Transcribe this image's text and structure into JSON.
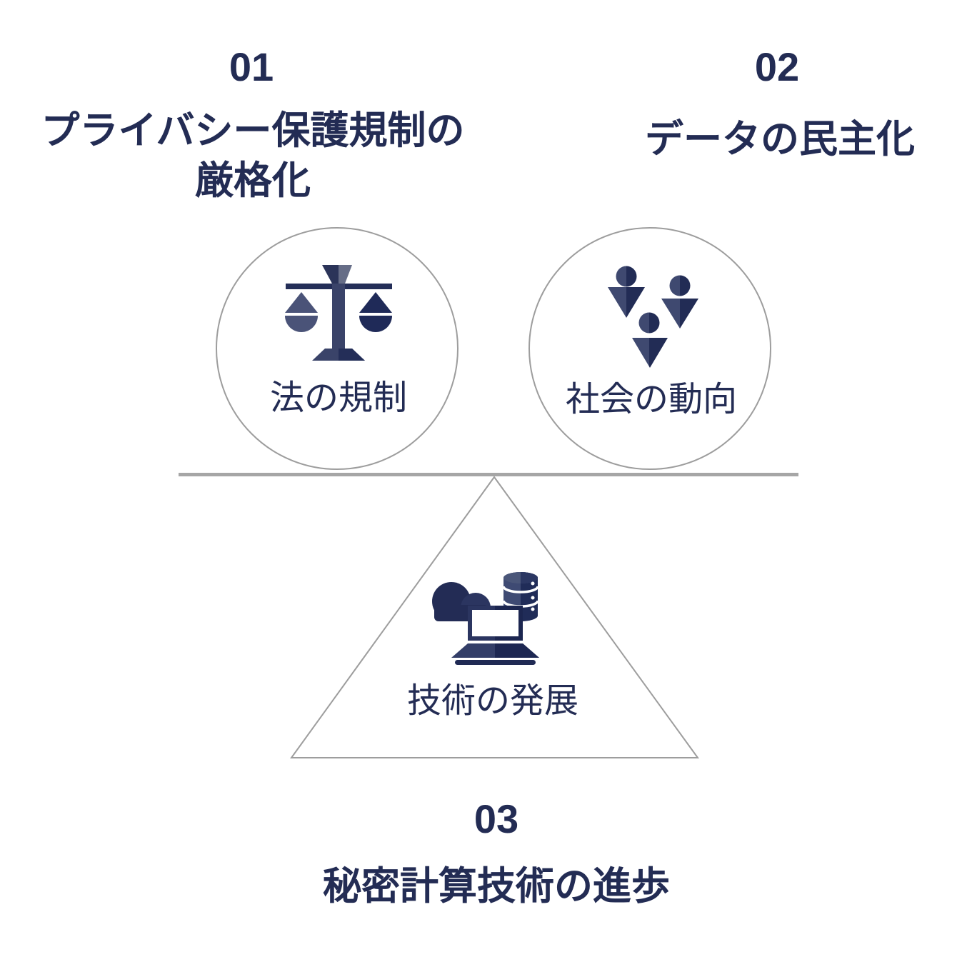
{
  "diagram": {
    "type": "balance-infographic",
    "colors": {
      "text_navy": "#232c54",
      "icon_navy_dark": "#1f2a58",
      "icon_navy_mid": "#39426a",
      "icon_navy_light": "#4a5378",
      "plank_gray": "#a6a6a6",
      "outline_gray": "#9d9d9d",
      "background": "#ffffff"
    },
    "factors": [
      {
        "number": "01",
        "title": "プライバシー保護規制の\n厳格化",
        "node_label": "法の規制",
        "icon": "scales-of-justice-icon",
        "shape": "circle"
      },
      {
        "number": "02",
        "title": "データの民主化",
        "node_label": "社会の動向",
        "icon": "people-group-icon",
        "shape": "circle"
      },
      {
        "number": "03",
        "title": "秘密計算技術の進歩",
        "node_label": "技術の発展",
        "icon": "cloud-database-laptop-icon",
        "shape": "triangle-fulcrum"
      }
    ]
  }
}
